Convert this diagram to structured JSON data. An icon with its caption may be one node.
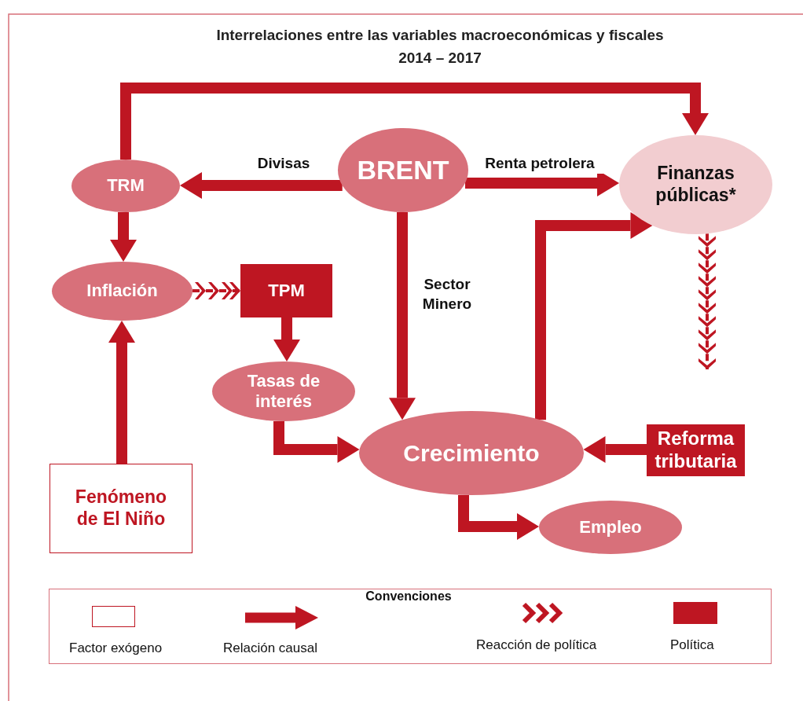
{
  "diagram": {
    "title": "Interrelaciones entre las variables macroeconómicas y fiscales 2014 – 2017",
    "nodes": [
      {
        "text": [
          "BRENT"
        ]
      },
      {
        "text": [
          "TRM"
        ]
      },
      {
        "text": [
          "Finanzas públicas*"
        ]
      },
      {
        "text": [
          "Inflación"
        ]
      },
      {
        "text": [
          "TPM"
        ]
      },
      {
        "text": [
          "Tasas de interés"
        ]
      },
      {
        "text": [
          "Crecimiento"
        ]
      },
      {
        "text": [
          "Reforma tributaria"
        ]
      },
      {
        "text": [
          "Fenómeno de El Niño"
        ]
      },
      {
        "text": [
          "Empleo"
        ]
      }
    ],
    "edges": [
      {
        "from": 1,
        "to": 2,
        "arrow": "to"
      },
      {
        "from": 0,
        "to": 1,
        "arrow": "to",
        "label": "Divisas"
      },
      {
        "from": 0,
        "to": 2,
        "arrow": "to",
        "label": "Renta petrolera"
      },
      {
        "from": 1,
        "to": 3,
        "arrow": "to"
      },
      {
        "from": 3,
        "to": 4,
        "arrow": "to",
        "style": "dashed"
      },
      {
        "from": 0,
        "to": 6,
        "arrow": "to",
        "label": "Sector Minero"
      },
      {
        "from": 4,
        "to": 5,
        "arrow": "to"
      },
      {
        "from": 5,
        "to": 6,
        "arrow": "to"
      },
      {
        "from": 6,
        "to": 2,
        "arrow": "to"
      },
      {
        "from": 7,
        "to": 6,
        "arrow": "to"
      },
      {
        "from": 8,
        "to": 3,
        "arrow": "to"
      },
      {
        "from": 6,
        "to": 9,
        "arrow": "to"
      },
      {
        "from": 2,
        "to": null,
        "arrow": "to",
        "style": "dashed"
      }
    ],
    "labels": [
      "Convenciones"
    ],
    "legend": [
      {
        "text": "Factor exógeno"
      },
      {
        "text": "Relación causal"
      },
      {
        "text": "Reacción de política"
      },
      {
        "text": "Política",
        "color": "#be1622"
      }
    ]
  }
}
